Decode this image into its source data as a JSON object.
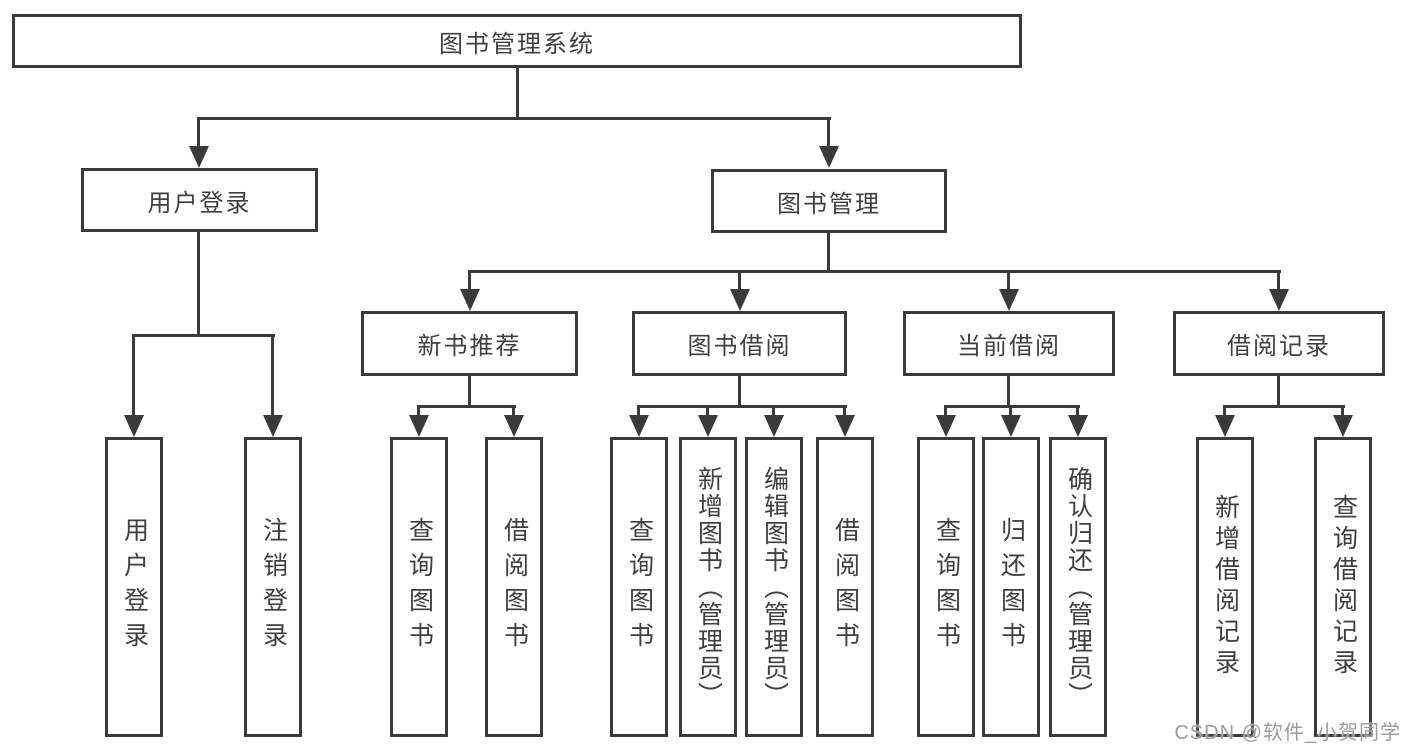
{
  "diagram_type": "hierarchy",
  "colors": {
    "line": "#3a3a3a",
    "text": "#3f3f3f",
    "background": "#ffffff",
    "watermark": "#9c9c9c"
  },
  "tree": {
    "root": "图书管理系统",
    "branches": [
      {
        "label": "用户登录",
        "children": [
          "用户登录",
          "注销登录"
        ]
      },
      {
        "label": "图书管理",
        "groups": [
          {
            "label": "新书推荐",
            "children": [
              "查询图书",
              "借阅图书"
            ]
          },
          {
            "label": "图书借阅",
            "children": [
              "查询图书",
              "新增图书（管理员）",
              "编辑图书（管理员）",
              "借阅图书"
            ]
          },
          {
            "label": "当前借阅",
            "children": [
              "查询图书",
              "归还图书",
              "确认归还（管理员）"
            ]
          },
          {
            "label": "借阅记录",
            "children": [
              "新增借阅记录",
              "查询借阅记录"
            ]
          }
        ]
      }
    ]
  },
  "watermark": "CSDN @软件_小贺同学"
}
